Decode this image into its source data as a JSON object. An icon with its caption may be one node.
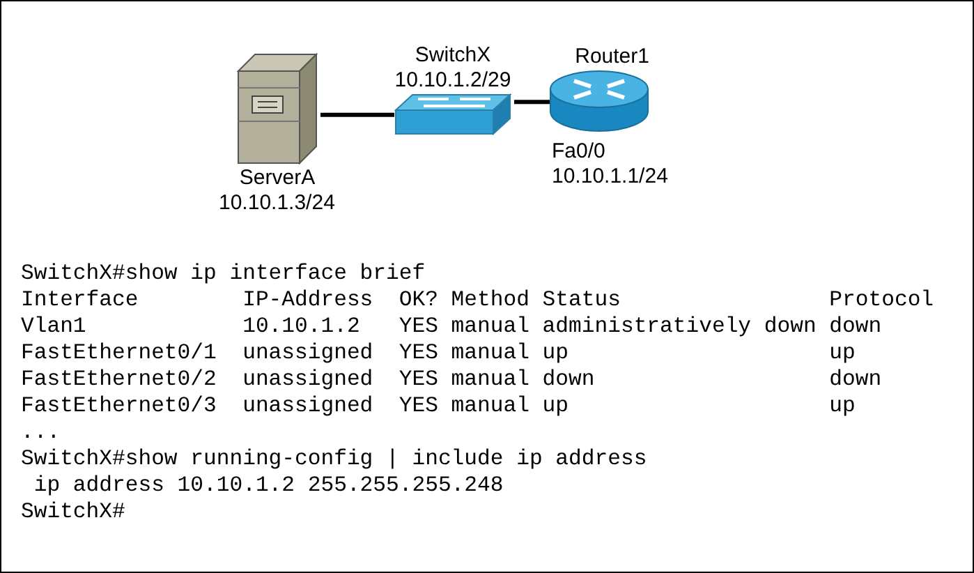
{
  "diagram": {
    "nodes": [
      {
        "text": [
          "ServerA"
        ],
        "beside": [
          "10.10.1.3/24"
        ]
      },
      {
        "text": [
          "SwitchX",
          "10.10.1.2/29"
        ]
      },
      {
        "text": [
          "Router1"
        ],
        "beside": [
          "Fa0/0",
          "10.10.1.1/24"
        ]
      }
    ],
    "edges": [
      {
        "from": 0,
        "to": 1,
        "arrow": "none"
      },
      {
        "from": 1,
        "to": 2,
        "arrow": "none"
      }
    ],
    "labels": [
      "SwitchX#show ip interface brief",
      "Interface        IP-Address  OK? Method Status                Protocol",
      "Vlan1            10.10.1.2   YES manual administratively down down",
      "FastEthernet0/1  unassigned  YES manual up                    up",
      "FastEthernet0/2  unassigned  YES manual down                  down",
      "FastEthernet0/3  unassigned  YES manual up                    up",
      "...",
      "SwitchX#show running-config | include ip address",
      " ip address 10.10.1.2 255.255.255.248",
      "SwitchX#"
    ]
  }
}
